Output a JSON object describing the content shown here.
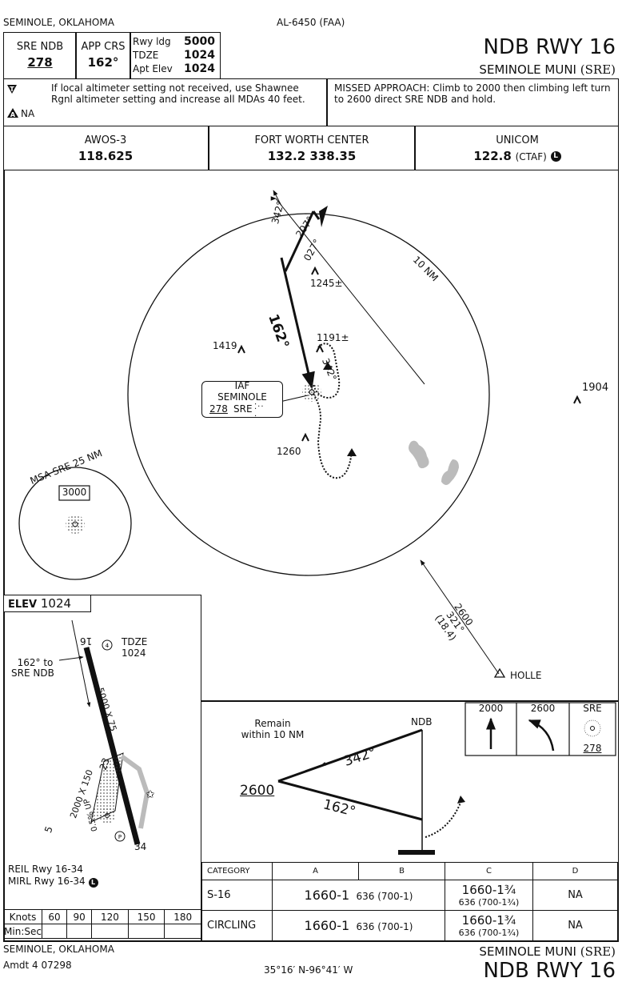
{
  "header": {
    "location": "SEMINOLE, OKLAHOMA",
    "chart_id": "AL-6450 (FAA)",
    "procedure": "NDB RWY 16",
    "airport": "SEMINOLE MUNI",
    "airport_id": "(SRE)"
  },
  "briefing": {
    "nav_label": "SRE NDB",
    "nav_freq": "278",
    "crs_label": "APP CRS",
    "crs": "162°",
    "rwy_ldg_label": "Rwy ldg",
    "rwy_ldg": "5000",
    "tdze_label": "TDZE",
    "tdze": "1024",
    "apt_elev_label": "Apt Elev",
    "apt_elev": "1024",
    "note": "If local altimeter setting not received, use Shawnee Rgnl altimeter setting and increase all MDAs 40 feet.",
    "na_label": "NA",
    "missed_approach": "MISSED APPROACH: Climb to 2000 then climbing left turn to 2600 direct SRE NDB and hold."
  },
  "comms": [
    {
      "name": "AWOS-3",
      "freq": "118.625",
      "extra": ""
    },
    {
      "name": "FORT WORTH CENTER",
      "freq": "132.2  338.35",
      "extra": ""
    },
    {
      "name": "UNICOM",
      "freq": "122.8",
      "extra": "(CTAF)"
    }
  ],
  "planview": {
    "ring_label": "10 NM",
    "iaf_label": "IAF",
    "iaf_name": "SEMINOLE",
    "iaf_freq": "278",
    "iaf_id": "SRE",
    "course_inbound": "162°",
    "course_342": "342°",
    "course_207": "207°",
    "course_027": "027°",
    "hold_course": "342°",
    "obst": [
      "1245±",
      "1191±",
      "1419",
      "1260",
      "1904"
    ],
    "msa_label": "MSA SRE 25 NM",
    "msa_alt": "3000",
    "feeder_alt": "2600",
    "feeder_crs": "321°",
    "feeder_dist": "(18.4)",
    "fix_holle": "HOLLE"
  },
  "airport_diagram": {
    "elev_label": "ELEV",
    "elev": "1024",
    "rwy_16": "16",
    "rwy_34": "34",
    "rwy_5": "5",
    "rwy_23": "23",
    "rwy_dims": "5000 X 75",
    "rwy2_dims": "2000 X 150",
    "tdze_label": "TDZE",
    "tdze": "1024",
    "crs_note_1": "162° to",
    "crs_note_2": "SRE NDB",
    "grade": "0.5% UP",
    "reil": "REIL Rwy 16-34",
    "mirl": "MIRL Rwy 16-34"
  },
  "profile": {
    "remain_1": "Remain",
    "remain_2": "within 10 NM",
    "ndb": "NDB",
    "alt": "2600",
    "out_crs": "342°",
    "in_crs": "162°",
    "icons": [
      "2000",
      "2600",
      "SRE"
    ],
    "icon_freq": "278"
  },
  "minima": {
    "headers": [
      "CATEGORY",
      "A",
      "B",
      "C",
      "D"
    ],
    "rows": [
      {
        "cat": "S-16",
        "ab_main": "1660-1",
        "ab_sub": "636 (700-1)",
        "c_main": "1660-1¾",
        "c_sub": "636 (700-1¾)",
        "d": "NA"
      },
      {
        "cat": "CIRCLING",
        "ab_main": "1660-1",
        "ab_sub": "636 (700-1)",
        "c_main": "1660-1¾",
        "c_sub": "636 (700-1¾)",
        "d": "NA"
      }
    ]
  },
  "speed_table": {
    "knots_label": "Knots",
    "minsec_label": "Min:Sec",
    "speeds": [
      "60",
      "90",
      "120",
      "150",
      "180"
    ]
  },
  "footer": {
    "location": "SEMINOLE, OKLAHOMA",
    "amendment": "Amdt 4  07298",
    "coords": "35°16′ N-96°41′ W",
    "airport": "SEMINOLE MUNI",
    "airport_id": "(SRE)",
    "procedure": "NDB RWY 16"
  }
}
